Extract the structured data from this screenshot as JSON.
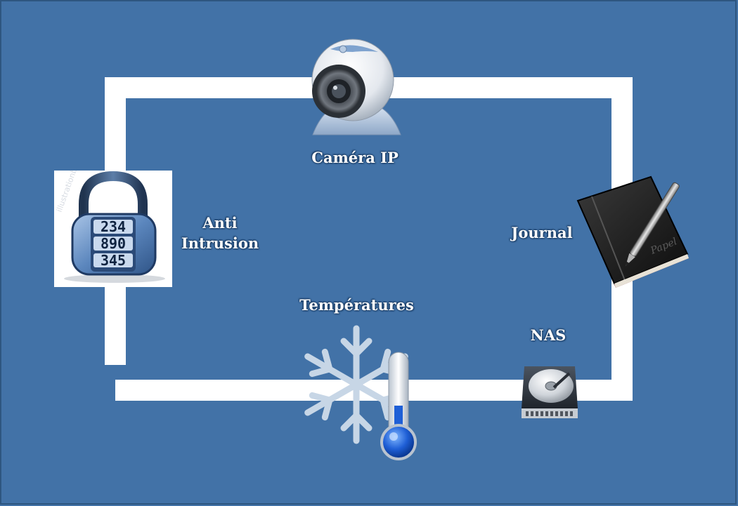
{
  "background_color": "#4272a7",
  "loop_color": "#ffffff",
  "nodes": {
    "camera": {
      "label": "Caméra IP",
      "icon": "webcam-icon"
    },
    "intrusion": {
      "label_line1": "Anti",
      "label_line2": "Intrusion",
      "icon": "combination-padlock-icon",
      "padlock_digits": [
        "234",
        "890",
        "345"
      ]
    },
    "journal": {
      "label": "Journal",
      "icon": "notebook-pen-icon"
    },
    "nas": {
      "label": "NAS",
      "icon": "hard-drive-icon"
    },
    "temperatures": {
      "label": "Températures",
      "icon": "snowflake-thermometer-icon"
    }
  }
}
